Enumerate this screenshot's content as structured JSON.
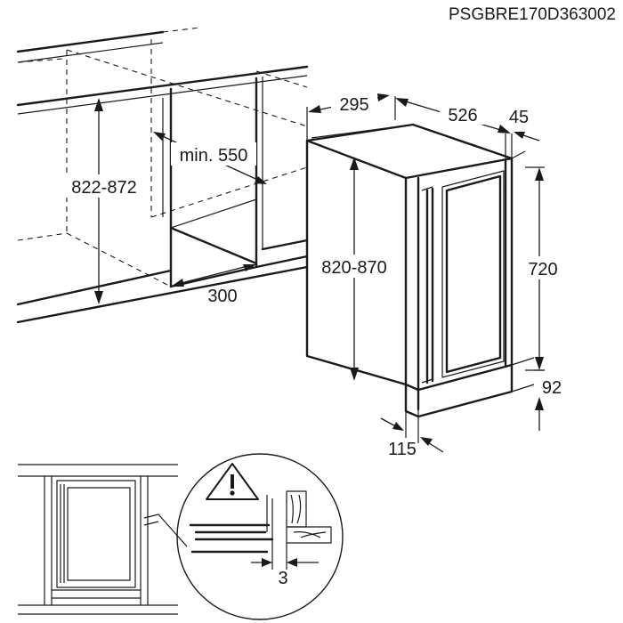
{
  "code": "PSGBRE170D363002",
  "dimensions": {
    "cabinet_height": "822-872",
    "niche_width": "min. 550",
    "niche_depth": "300",
    "appliance_height": "820-870",
    "top_depth": "295",
    "appliance_depth": "526",
    "door_depth": "45",
    "door_height": "720",
    "plinth_height": "92",
    "plinth_depth": "115",
    "gap": "3"
  },
  "icons": {
    "warning": "warning-triangle-icon"
  }
}
